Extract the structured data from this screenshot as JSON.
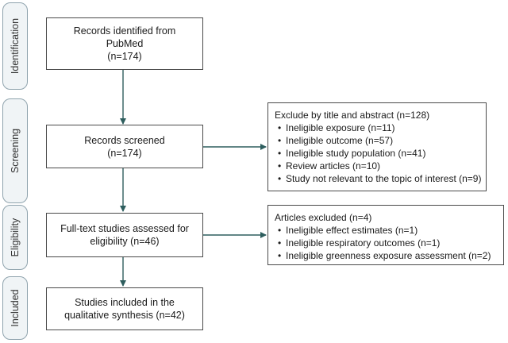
{
  "phases": [
    {
      "id": "identification",
      "label": "Identification"
    },
    {
      "id": "screening",
      "label": "Screening"
    },
    {
      "id": "eligibility",
      "label": "Eligibility"
    },
    {
      "id": "included",
      "label": "Included"
    }
  ],
  "boxes": {
    "identified": {
      "line1": "Records identified from",
      "line2": "PubMed",
      "line3": "(n=174)"
    },
    "screened": {
      "line1": "Records screened",
      "line2": "(n=174)"
    },
    "fulltext": {
      "line1": "Full-text studies assessed for",
      "line2": "eligibility (n=46)"
    },
    "included": {
      "line1": "Studies included in the",
      "line2": "qualitative synthesis (n=42)"
    }
  },
  "exclusions": {
    "title_abstract": {
      "heading": "Exclude by title and abstract (n=128)",
      "items": [
        "Ineligible exposure (n=11)",
        "Ineligible outcome (n=57)",
        "Ineligible study population (n=41)",
        "Review articles (n=10)",
        "Study not relevant to the topic of interest (n=9)"
      ]
    },
    "articles": {
      "heading": "Articles excluded (n=4)",
      "items": [
        "Ineligible effect estimates (n=1)",
        "Ineligible respiratory outcomes (n=1)",
        "Ineligible greenness exposure assessment (n=2)"
      ]
    }
  },
  "bullet_char": "•",
  "colors": {
    "arrow": "#2e5e5e",
    "phase_border": "#8fa3ad",
    "phase_fill": "#f0f4f6",
    "box_border": "#4a4a4a"
  }
}
